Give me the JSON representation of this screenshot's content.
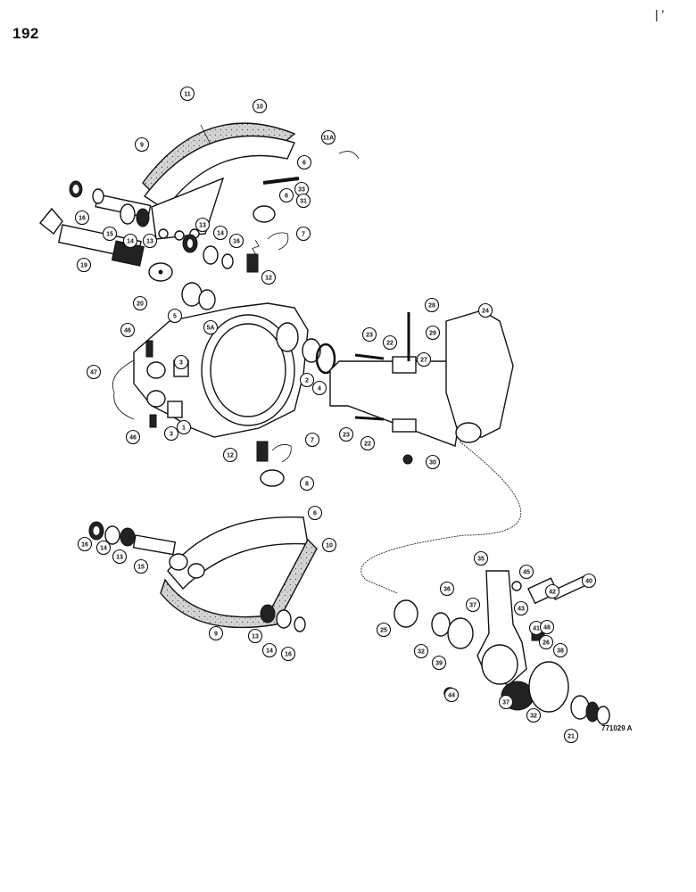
{
  "page": {
    "number": "192",
    "corner_mark": "| '",
    "figure_code": "771029 A"
  },
  "callouts": [
    "11",
    "10",
    "11A",
    "9",
    "6",
    "33",
    "31",
    "8",
    "16",
    "15",
    "14",
    "13",
    "13",
    "14",
    "16",
    "7",
    "12",
    "19",
    "20",
    "5",
    "5A",
    "28",
    "24",
    "29",
    "46",
    "23",
    "22",
    "27",
    "47",
    "3",
    "2",
    "4",
    "1",
    "3",
    "23",
    "22",
    "30",
    "46",
    "7",
    "12",
    "8",
    "6",
    "16",
    "14",
    "13",
    "15",
    "10",
    "9",
    "13",
    "14",
    "16",
    "35",
    "45",
    "42",
    "40",
    "36",
    "37",
    "43",
    "41",
    "48",
    "26",
    "25",
    "32",
    "39",
    "38",
    "44",
    "37",
    "32",
    "21"
  ]
}
